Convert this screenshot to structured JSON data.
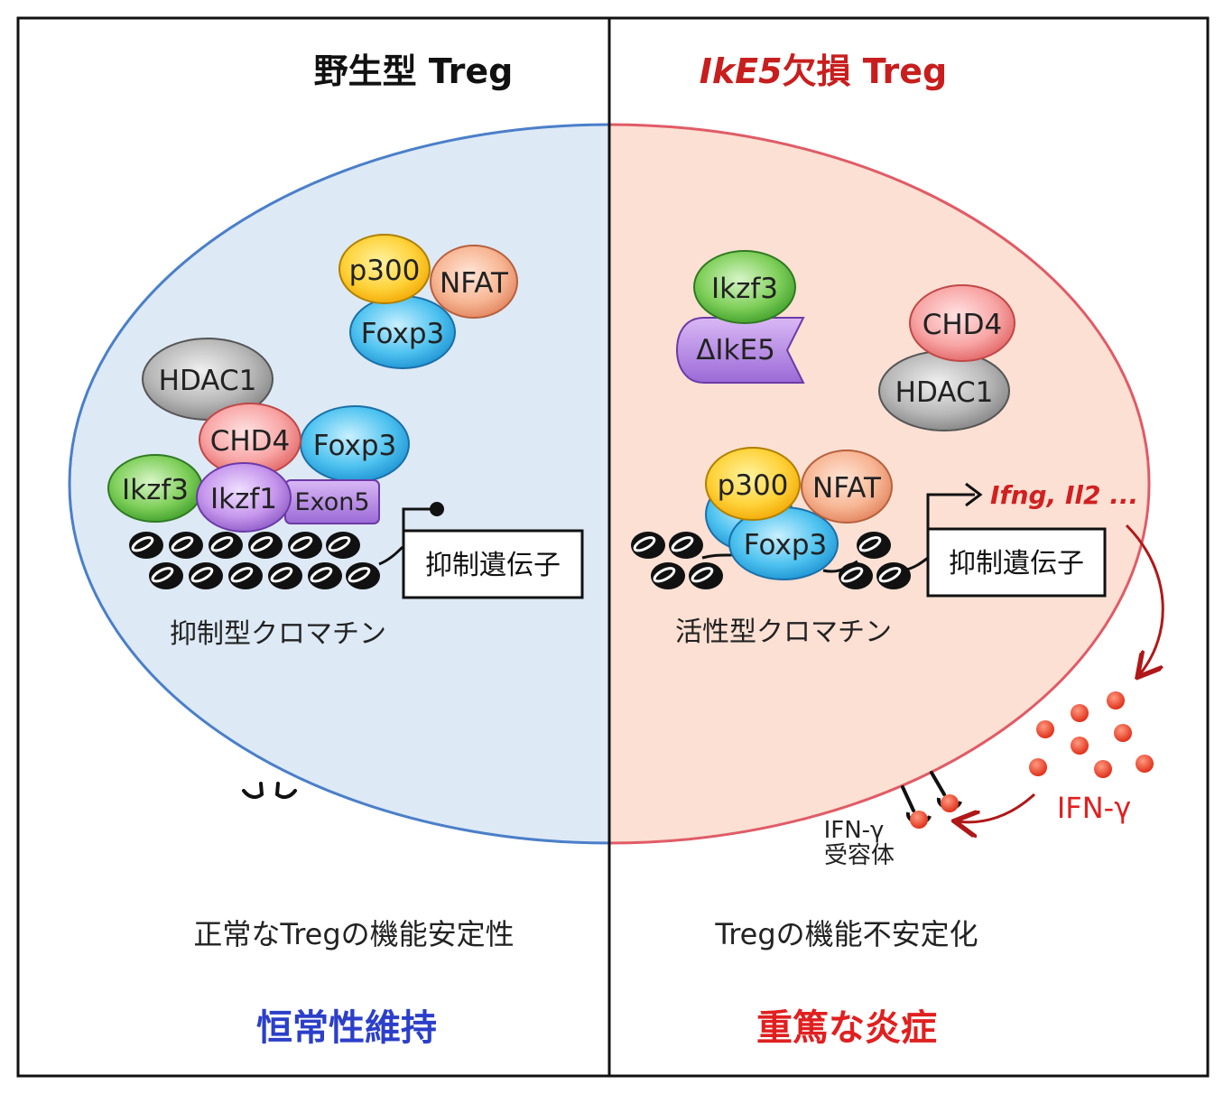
{
  "left": {
    "title": "野生型 Treg",
    "proteins": {
      "p300": "p300",
      "nfat": "NFAT",
      "foxp3_top": "Foxp3",
      "hdac1": "HDAC1",
      "chd4": "CHD4",
      "foxp3": "Foxp3",
      "ikzf3": "Ikzf3",
      "ikzf1": "Ikzf1",
      "exon5": "Exon5"
    },
    "gene_box": "抑制遺伝子",
    "chromatin_label": "抑制型クロマチン",
    "outcome": "正常なTregの機能安定性",
    "result": "恒常性維持"
  },
  "right": {
    "title_italic": "IkE5",
    "title_rest": "欠損 Treg",
    "proteins": {
      "ikzf3": "Ikzf3",
      "delta_ike5": "ΔIkE5",
      "chd4": "CHD4",
      "hdac1": "HDAC1",
      "p300": "p300",
      "nfat": "NFAT",
      "foxp3": "Foxp3"
    },
    "transcripts": "Ifng, Il2 ...",
    "gene_box": "抑制遺伝子",
    "chromatin_label": "活性型クロマチン",
    "cytokine_label": "IFN-γ",
    "receptor_label_line1": "IFN-γ",
    "receptor_label_line2": "受容体",
    "outcome": "Tregの機能不安定化",
    "result": "重篤な炎症"
  },
  "colors": {
    "left_cell_fill": "#dde9f5",
    "left_cell_stroke": "#4a7fc9",
    "right_cell_fill": "#fbe0d3",
    "right_cell_stroke": "#e05b66",
    "left_result": "#2b3fc9",
    "right_accent": "#e02020",
    "cytokine": "#e8402a",
    "arrow": "#b01818"
  }
}
